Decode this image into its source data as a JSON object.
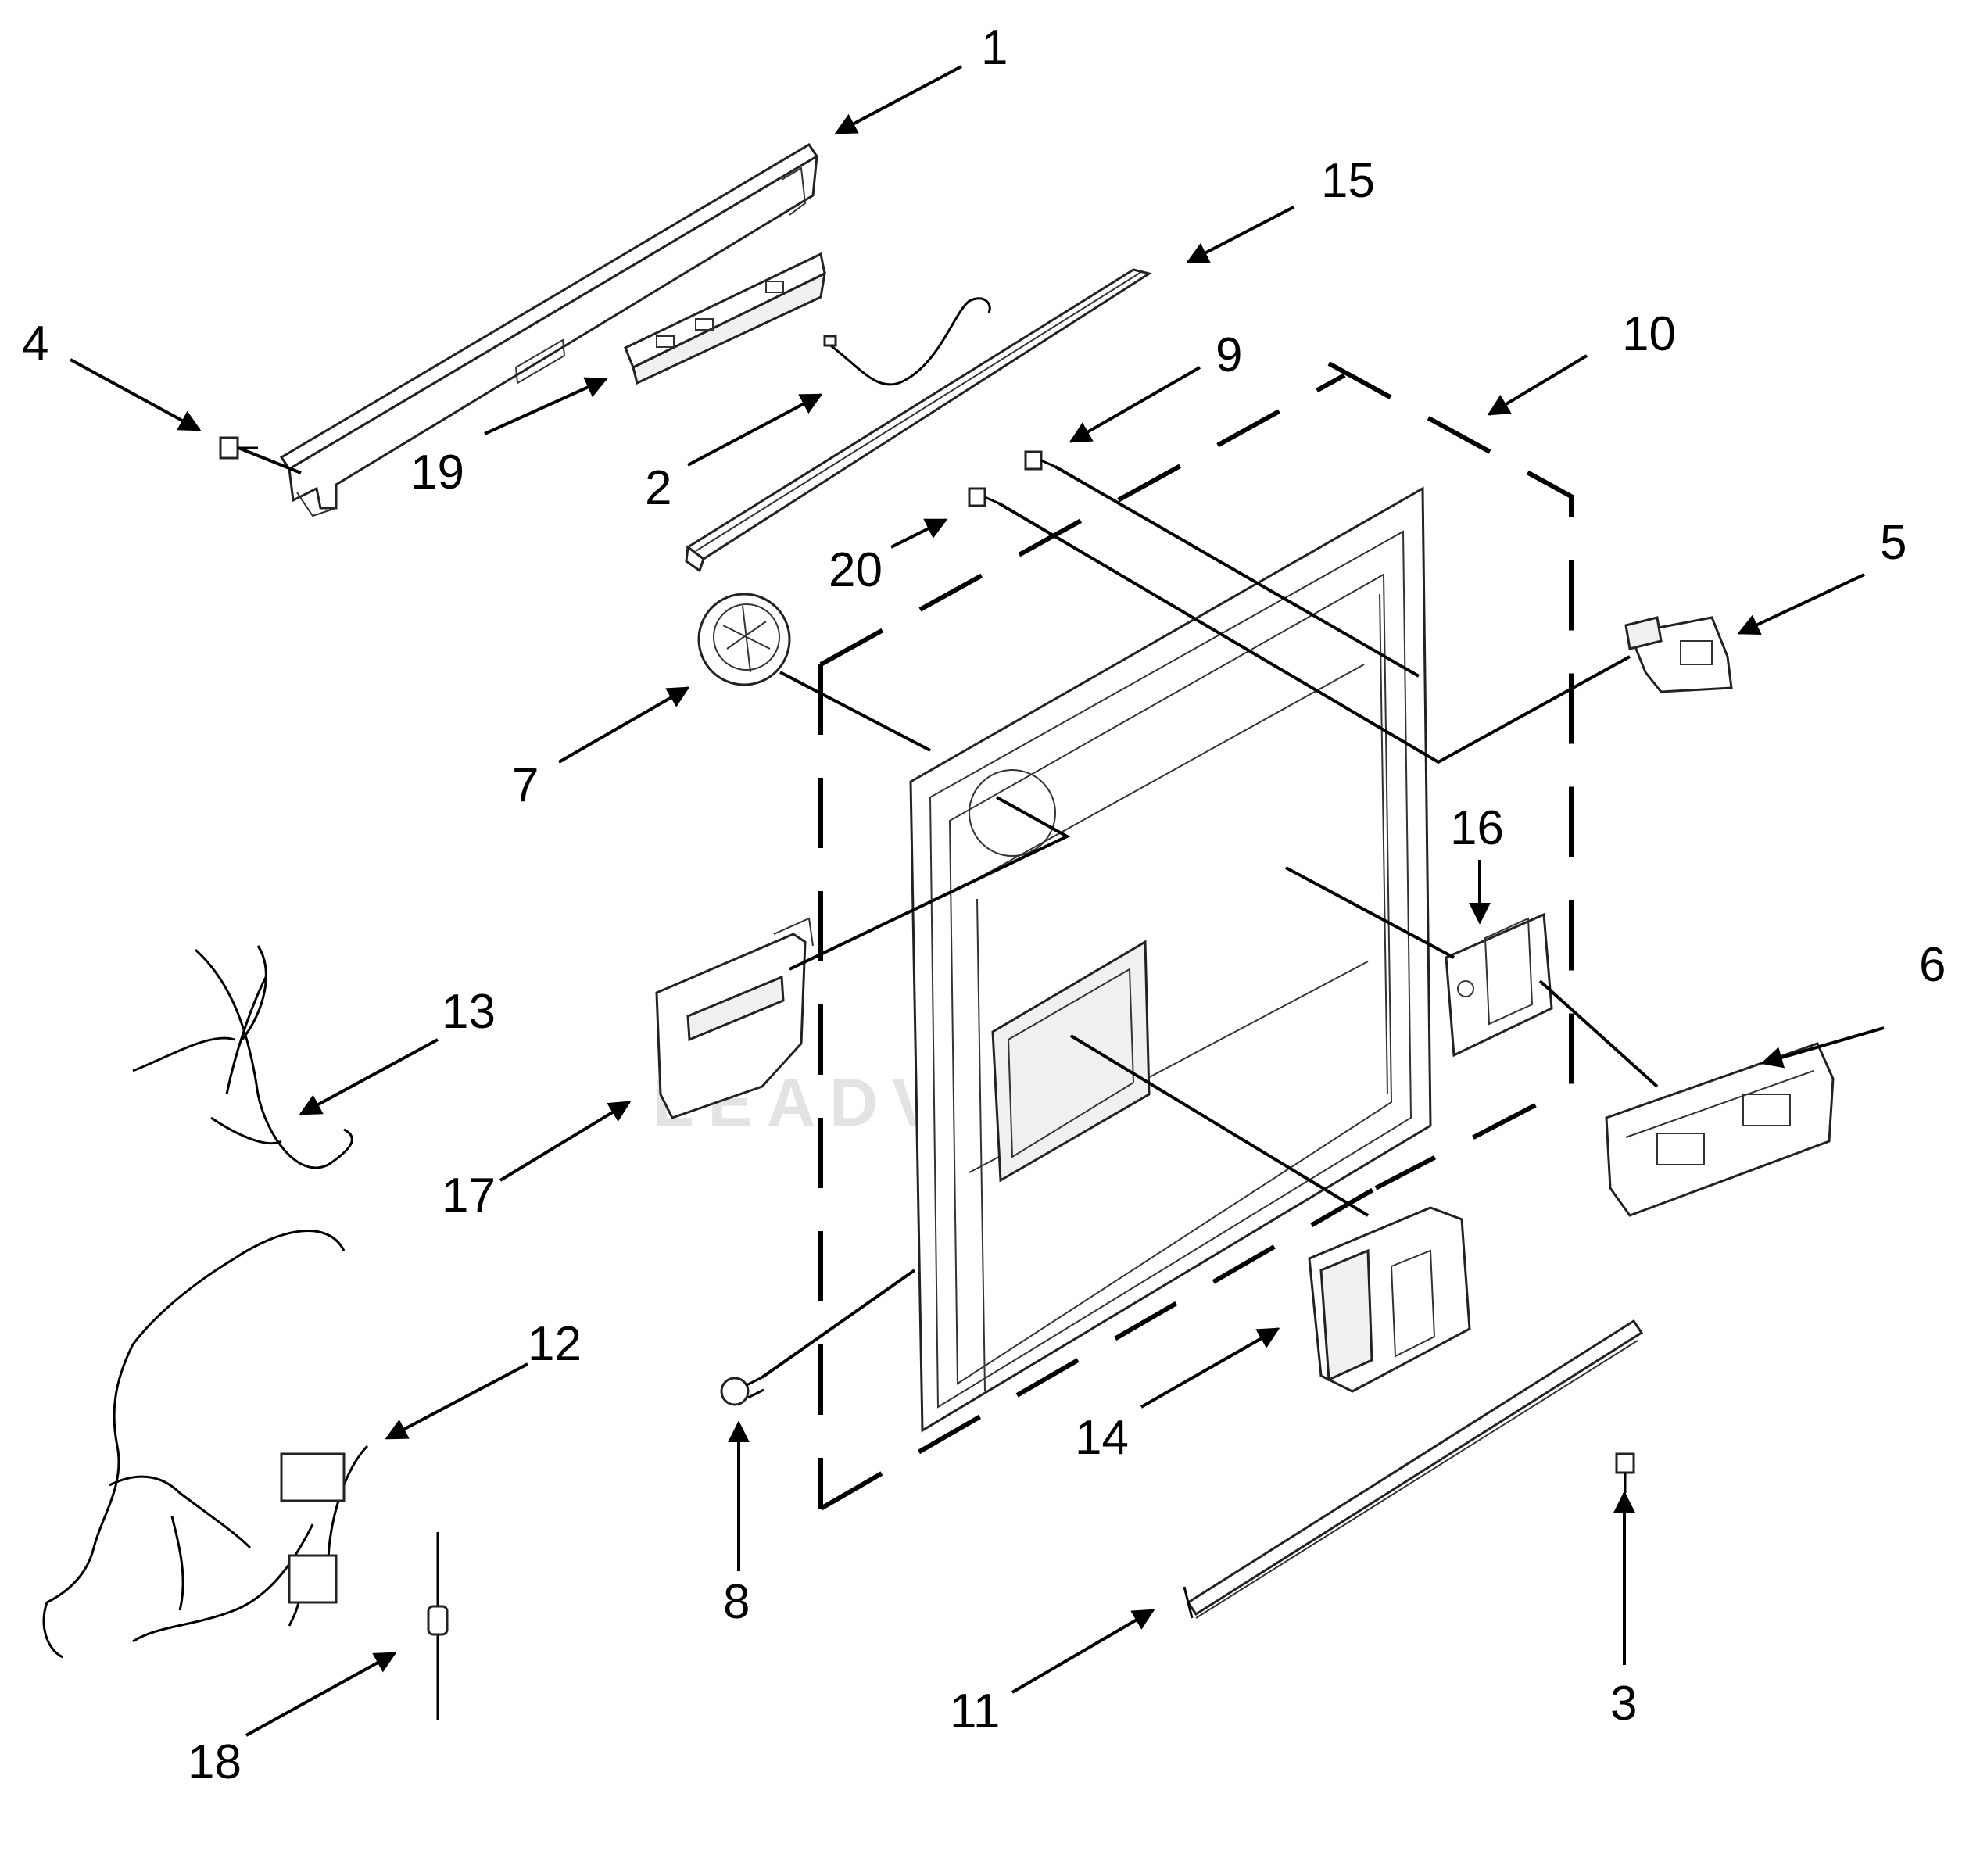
{
  "watermark": "LEADVENTURE",
  "callouts": [
    {
      "id": "callout-1",
      "label": "1"
    },
    {
      "id": "callout-2",
      "label": "2"
    },
    {
      "id": "callout-3",
      "label": "3"
    },
    {
      "id": "callout-4",
      "label": "4"
    },
    {
      "id": "callout-5",
      "label": "5"
    },
    {
      "id": "callout-6",
      "label": "6"
    },
    {
      "id": "callout-7",
      "label": "7"
    },
    {
      "id": "callout-8",
      "label": "8"
    },
    {
      "id": "callout-9",
      "label": "9"
    },
    {
      "id": "callout-10",
      "label": "10"
    },
    {
      "id": "callout-11",
      "label": "11"
    },
    {
      "id": "callout-12",
      "label": "12"
    },
    {
      "id": "callout-13",
      "label": "13"
    },
    {
      "id": "callout-14",
      "label": "14"
    },
    {
      "id": "callout-15",
      "label": "15"
    },
    {
      "id": "callout-16",
      "label": "16"
    },
    {
      "id": "callout-17",
      "label": "17"
    },
    {
      "id": "callout-18",
      "label": "18"
    },
    {
      "id": "callout-19",
      "label": "19"
    },
    {
      "id": "callout-20",
      "label": "20"
    }
  ]
}
